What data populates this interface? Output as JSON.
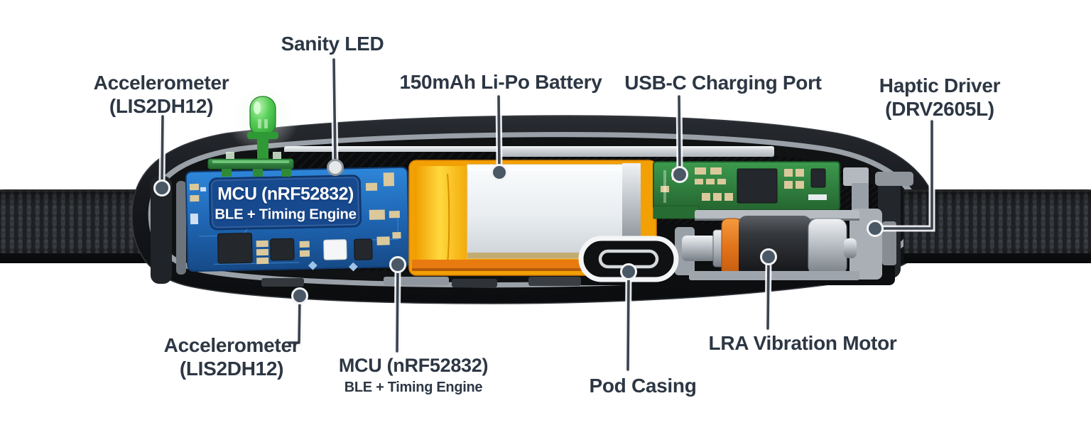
{
  "labels": {
    "sanity_led": "Sanity LED",
    "accel_top": {
      "l1": "Accelerometer",
      "l2": "(LIS2DH12)"
    },
    "battery": "150mAh Li-Po Battery",
    "usb_c": "USB-C Charging Port",
    "haptic": {
      "l1": "Haptic Driver",
      "l2": "(DRV2605L)"
    },
    "accel_bottom": {
      "l1": "Accelerometer",
      "l2": "(LIS2DH12)"
    },
    "mcu": {
      "l1": "MCU (nRF52832)",
      "l2": "BLE + Timing Engine"
    },
    "pod_casing": "Pod Casing",
    "lra_motor": "LRA Vibration Motor"
  },
  "board_text": {
    "mcu_title": "MCU (nRF52832)",
    "mcu_subtitle": "BLE + Timing Engine"
  },
  "colors": {
    "label": "#2d3744",
    "leader": "#3a434f",
    "dot_fill": "#4a5765",
    "dot_ring": "#f2f4f6",
    "pcb_blue": "#2173c8",
    "plate_blue": "#17498e",
    "pcb_green": "#2f7b3a",
    "battery_orange": "#f2a004",
    "led_green": "#45c04a",
    "motor_orange": "#e87b20",
    "casing": "#1b1e22",
    "rim": "#99a0a7",
    "cavity": "#0b0c0e",
    "topbar": "#cdd1d5"
  }
}
